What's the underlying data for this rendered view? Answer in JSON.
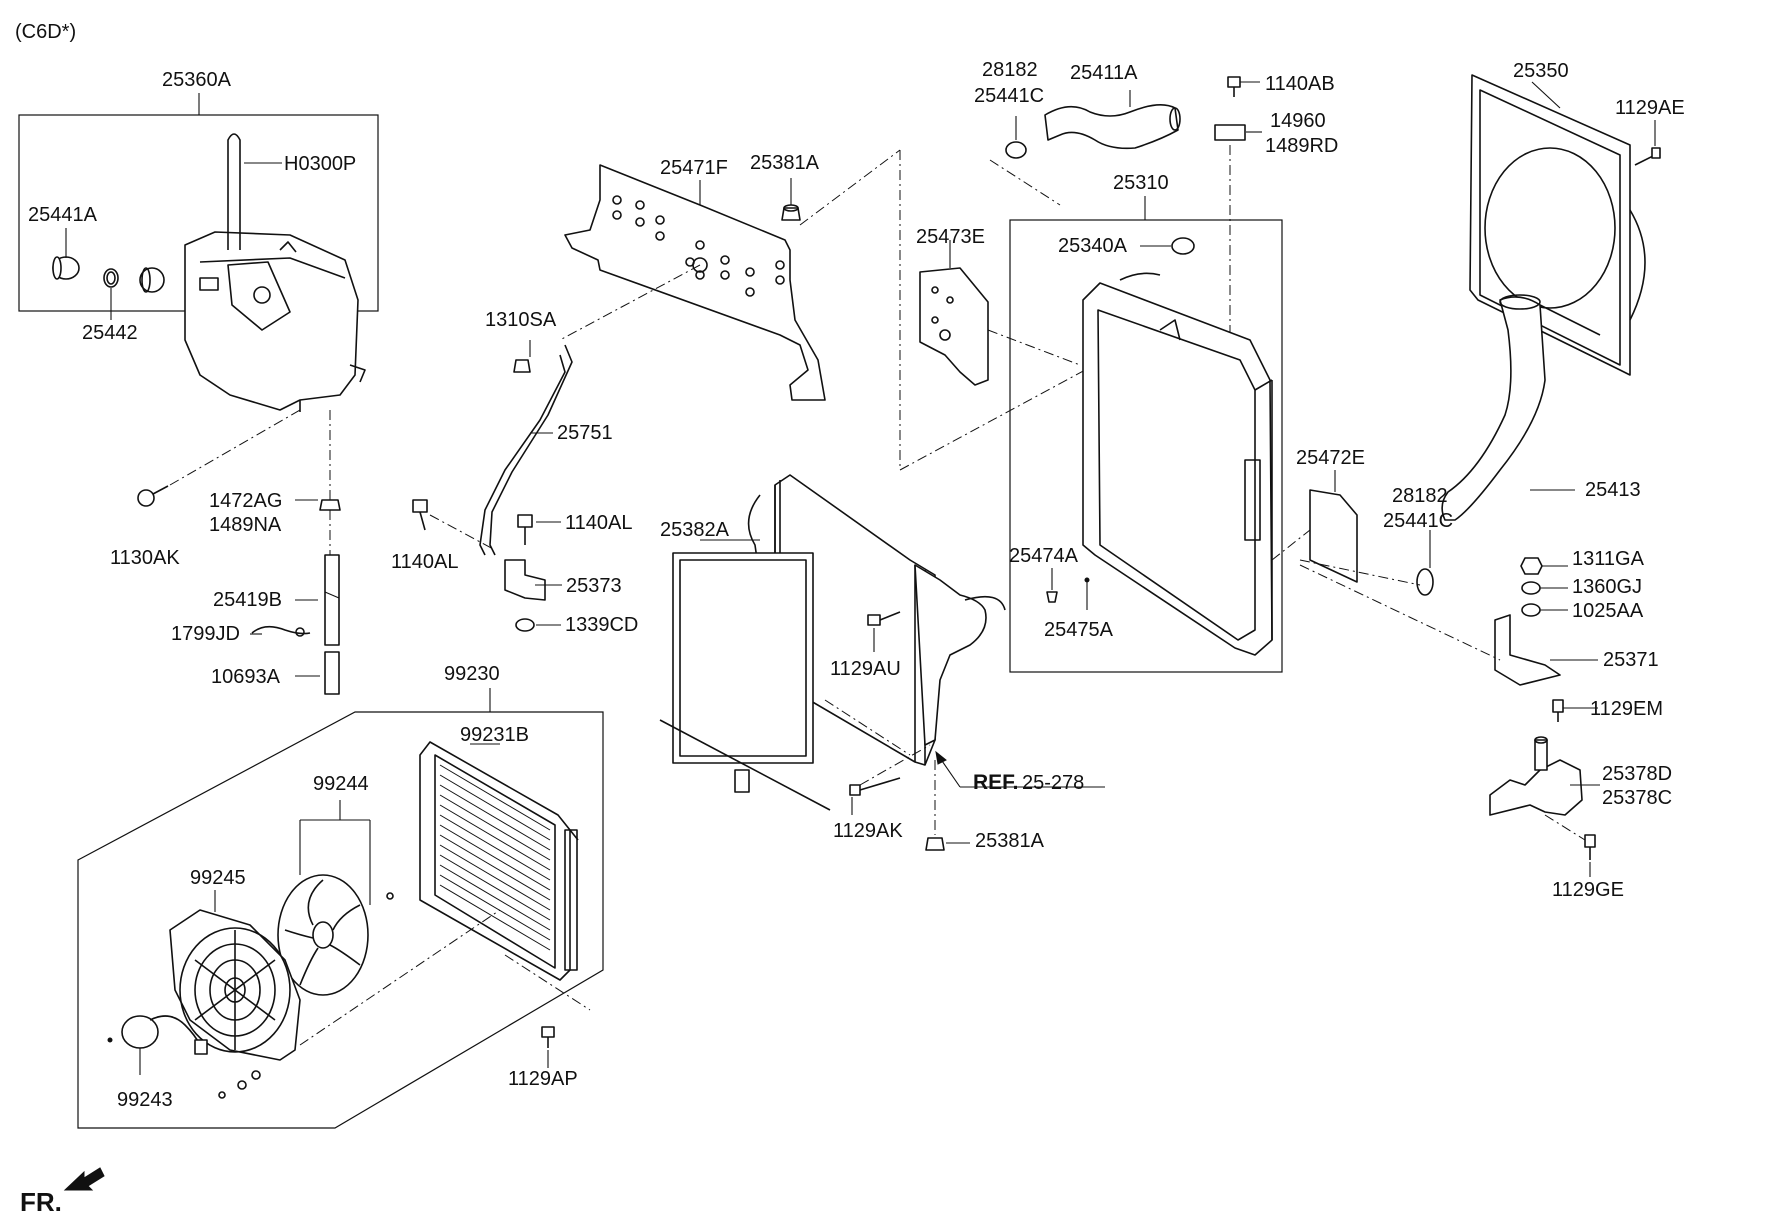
{
  "diagram": {
    "variant_label": "(C6D*)",
    "direction_label": "FR.",
    "reference": {
      "prefix": "REF.",
      "value": "25-278"
    },
    "callouts": [
      "25360A",
      "H0300P",
      "25441A",
      "25442",
      "1130AK",
      "1472AG",
      "1489NA",
      "25419B",
      "1799JD",
      "10693A",
      "25471F",
      "25381A",
      "1310SA",
      "25751",
      "1140AL",
      "1140AL",
      "25373",
      "1339CD",
      "25382A",
      "1129AU",
      "1129AK",
      "25381A",
      "28182",
      "25441C",
      "25411A",
      "1140AB",
      "14960",
      "1489RD",
      "25310",
      "25473E",
      "25340A",
      "25472E",
      "25474A",
      "25475A",
      "25350",
      "1129AE",
      "25413",
      "28182",
      "25441C",
      "1311GA",
      "1360GJ",
      "1025AA",
      "25371",
      "1129EM",
      "25378D",
      "25378C",
      "1129GE",
      "99230",
      "99231B",
      "99244",
      "99245",
      "99243",
      "1129AP"
    ]
  }
}
